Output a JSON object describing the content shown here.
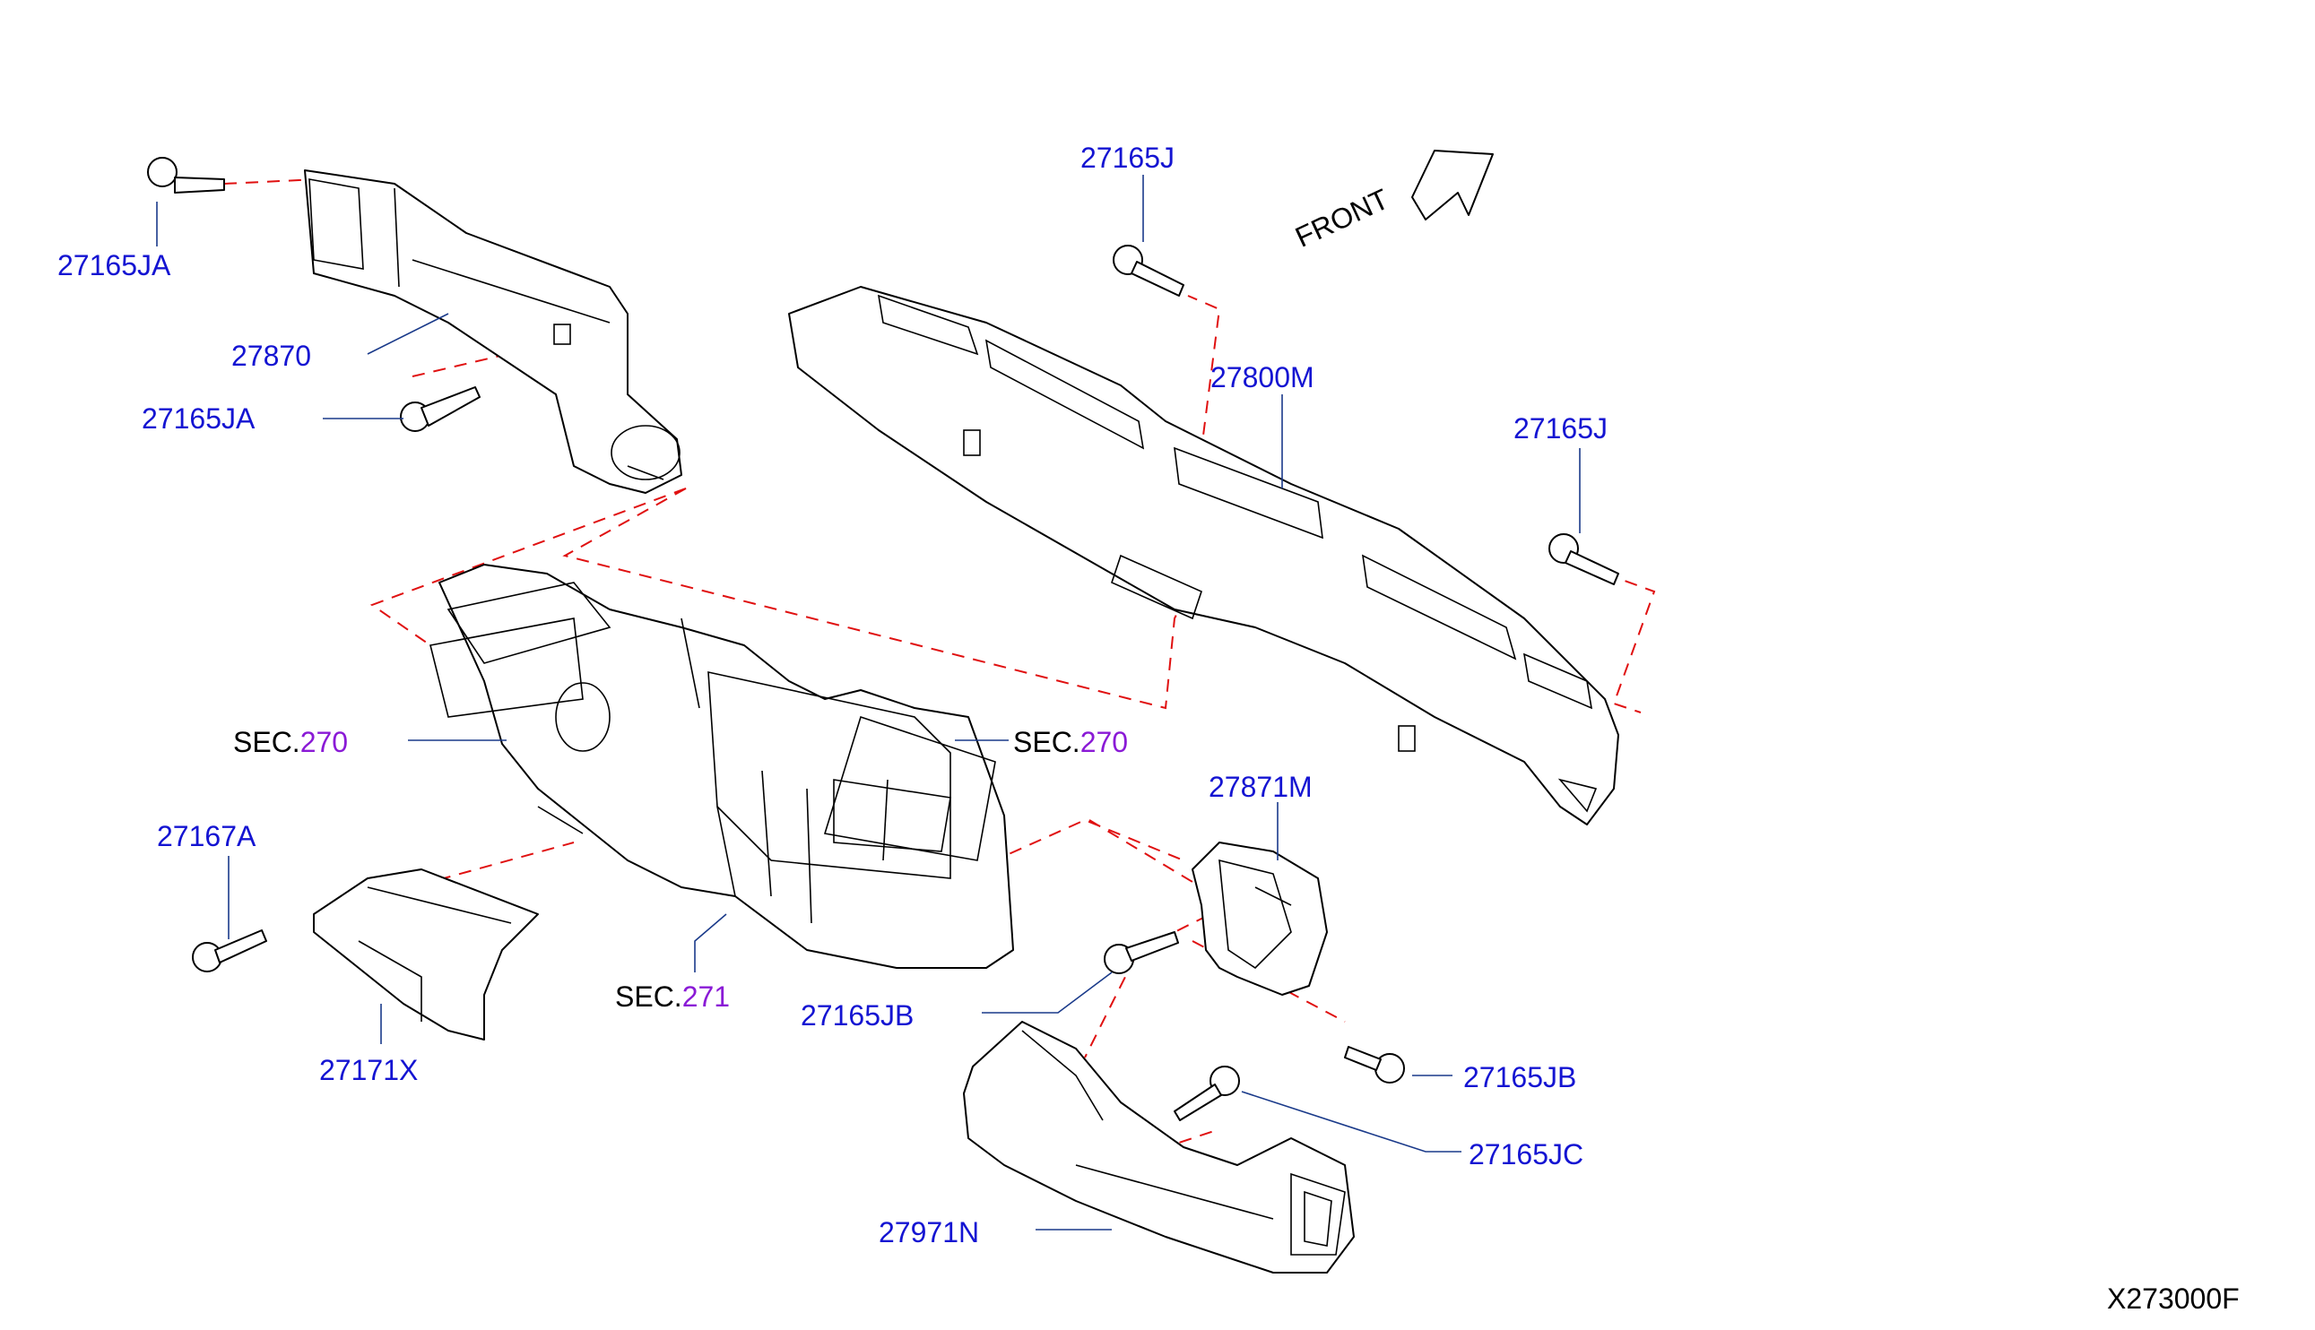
{
  "labels": {
    "p27165JA_top": "27165JA",
    "p27870": "27870",
    "p27165JA_mid": "27165JA",
    "p27165J_top": "27165J",
    "front": "FRONT",
    "p27800M": "27800M",
    "p27165J_right": "27165J",
    "sec270_left_prefix": "SEC.",
    "sec270_left_num": "270",
    "sec270_right_prefix": "SEC.",
    "sec270_right_num": "270",
    "p27871M": "27871M",
    "p27167A": "27167A",
    "sec271_prefix": "SEC.",
    "sec271_num": "271",
    "p27165JB_left": "27165JB",
    "p27165JB_right": "27165JB",
    "p27171X": "27171X",
    "p27165JC": "27165JC",
    "p27971N": "27971N",
    "diagram_code": "X273000F"
  },
  "colors": {
    "part_number": "#1414d2",
    "section_number": "#8a1ad6",
    "dashed_guide": "#e01010",
    "outline": "#000000"
  }
}
